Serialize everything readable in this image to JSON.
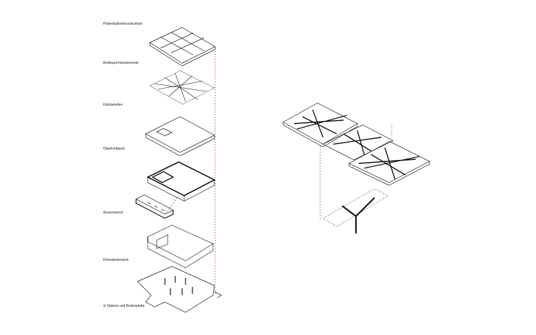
{
  "layers": [
    {
      "label": "Plattenbalkenkonstruktion"
    },
    {
      "label": "Brettsperrholzelemente"
    },
    {
      "label": "Holzlamellen"
    },
    {
      "label": "Oberlichtband"
    },
    {
      "label": "Aussenwand"
    },
    {
      "label": "Holzständerwerk"
    },
    {
      "label": "Stützen und Bodenplatte",
      "marker": "column-symbol"
    }
  ],
  "colors": {
    "line": "#111111",
    "guide": "#d03030",
    "dash": "#555555"
  }
}
